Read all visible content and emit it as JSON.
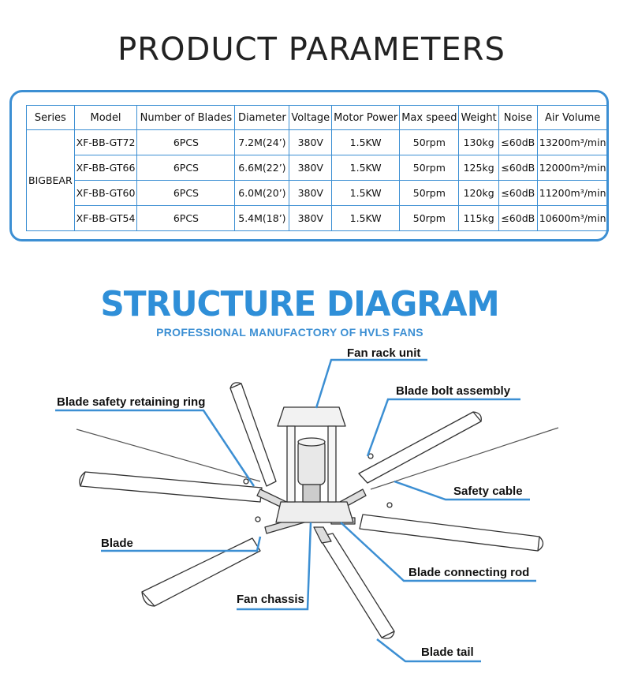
{
  "title": "PRODUCT PARAMETERS",
  "table": {
    "headers": [
      "Series",
      "Model",
      "Number of Blades",
      "Diameter",
      "Voltage",
      "Motor Power",
      "Max speed",
      "Weight",
      "Noise",
      "Air Volume"
    ],
    "series": "BIGBEAR",
    "rows": [
      [
        "XF-BB-GT72",
        "6PCS",
        "7.2M(24’)",
        "380V",
        "1.5KW",
        "50rpm",
        "130kg",
        "≤60dB",
        "13200m³/min"
      ],
      [
        "XF-BB-GT66",
        "6PCS",
        "6.6M(22’)",
        "380V",
        "1.5KW",
        "50rpm",
        "125kg",
        "≤60dB",
        "12000m³/min"
      ],
      [
        "XF-BB-GT60",
        "6PCS",
        "6.0M(20’)",
        "380V",
        "1.5KW",
        "50rpm",
        "120kg",
        "≤60dB",
        "11200m³/min"
      ],
      [
        "XF-BB-GT54",
        "6PCS",
        "5.4M(18’)",
        "380V",
        "1.5KW",
        "50rpm",
        "115kg",
        "≤60dB",
        "10600m³/min"
      ]
    ]
  },
  "diagram": {
    "title": "STRUCTURE DIAGRAM",
    "subtitle": "PROFESSIONAL MANUFACTORY OF HVLS FANS",
    "accent_color": "#3c8fd3",
    "labels": {
      "fan_rack_unit": "Fan rack unit",
      "blade_safety_retaining_ring": "Blade safety retaining ring",
      "blade_bolt_assembly": "Blade bolt assembly",
      "safety_cable": "Safety cable",
      "blade": "Blade",
      "blade_connecting_rod": "Blade connecting rod",
      "fan_chassis": "Fan chassis",
      "blade_tail": "Blade tail"
    }
  }
}
